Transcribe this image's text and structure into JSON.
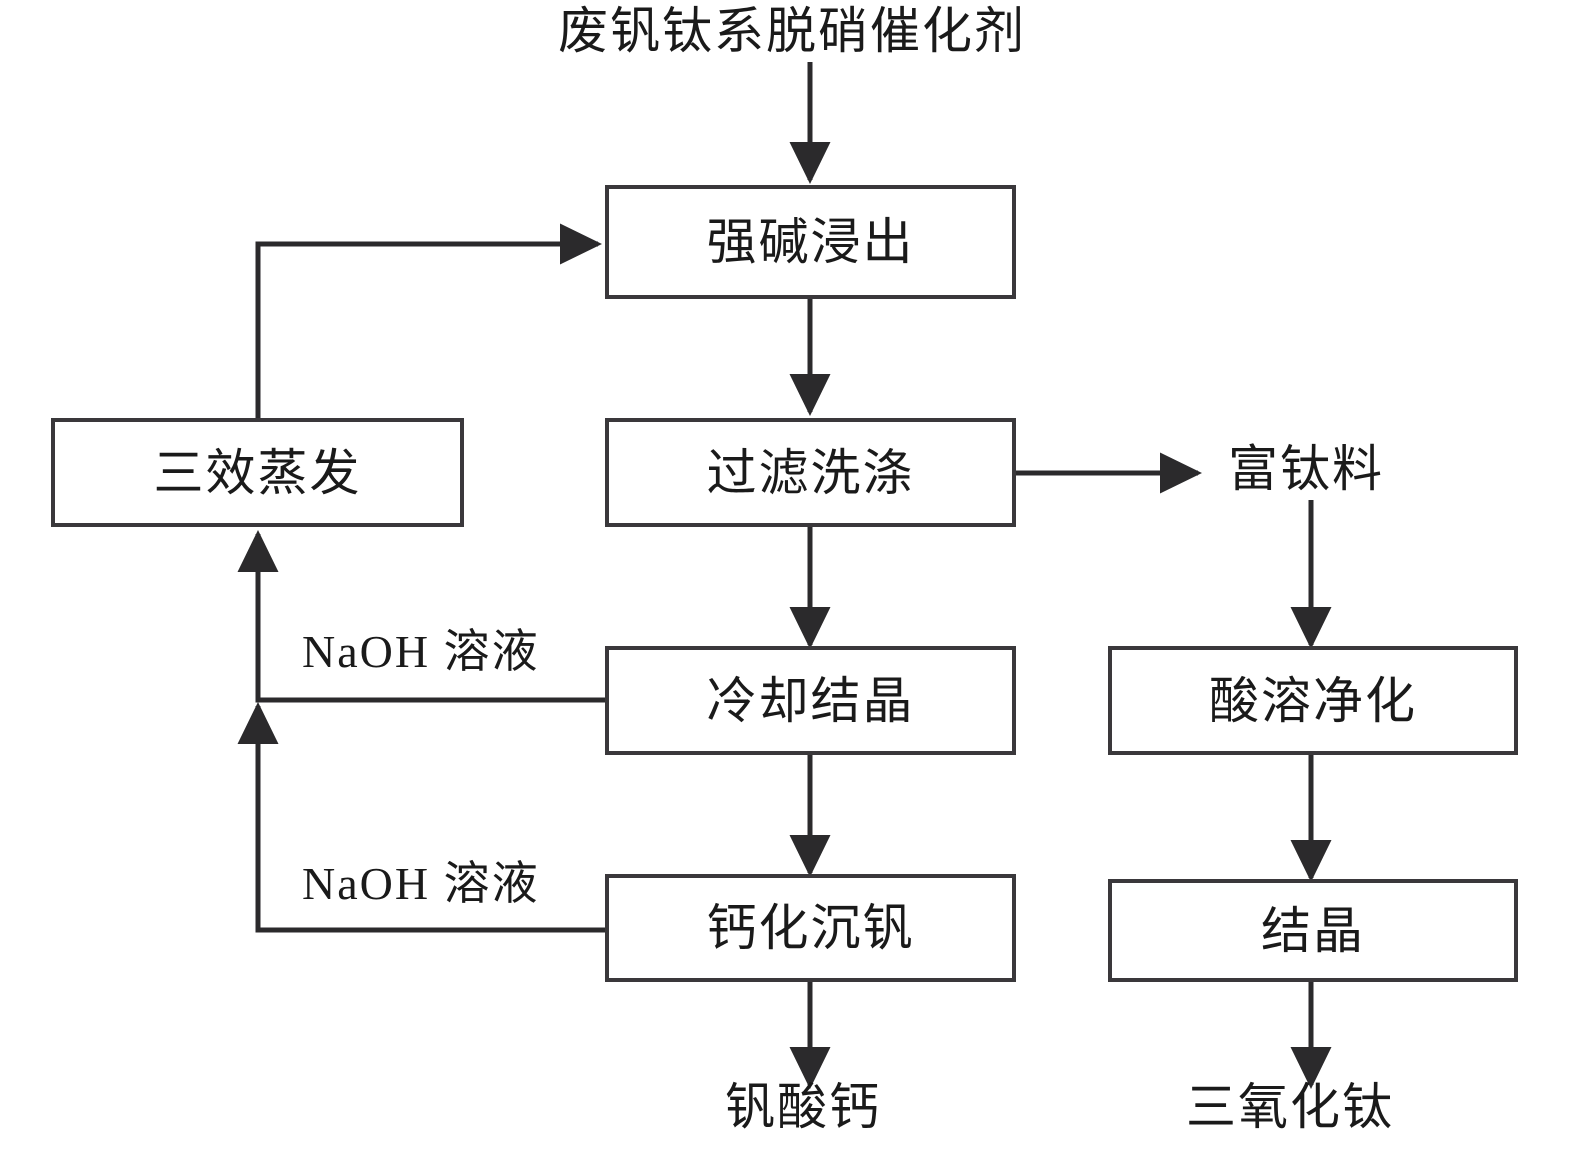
{
  "diagram": {
    "title_text": "废钒钛系脱硝催化剂",
    "type": "process-flow",
    "colors": {
      "stroke": "#3a383b",
      "text": "#1a1a1a",
      "background": "#ffffff"
    },
    "nodes": [
      {
        "id": "alkali_leach",
        "label": "强碱浸出"
      },
      {
        "id": "filter_wash",
        "label": "过滤洗涤"
      },
      {
        "id": "triple_effect",
        "label": "三效蒸发"
      },
      {
        "id": "cool_cryst",
        "label": "冷却结晶"
      },
      {
        "id": "calcify_vanadium",
        "label": "钙化沉钒"
      },
      {
        "id": "acid_purify",
        "label": "酸溶净化"
      },
      {
        "id": "crystallize",
        "label": "结晶"
      }
    ],
    "terminals": [
      {
        "id": "feed",
        "label": "废钒钛系脱硝催化剂"
      },
      {
        "id": "ti_rich",
        "label": "富钛料"
      },
      {
        "id": "calcium_vanadate",
        "label": "钒酸钙"
      },
      {
        "id": "titanium_oxide",
        "label": "三氧化钛"
      }
    ],
    "edge_labels": [
      {
        "id": "naoh_upper",
        "label": "NaOH 溶液"
      },
      {
        "id": "naoh_lower",
        "label": "NaOH 溶液"
      }
    ],
    "edges": [
      {
        "from": "feed",
        "to": "alkali_leach",
        "label": ""
      },
      {
        "from": "alkali_leach",
        "to": "filter_wash",
        "label": ""
      },
      {
        "from": "filter_wash",
        "to": "ti_rich",
        "label": ""
      },
      {
        "from": "filter_wash",
        "to": "cool_cryst",
        "label": ""
      },
      {
        "from": "cool_cryst",
        "to": "calcify_vanadium",
        "label": ""
      },
      {
        "from": "cool_cryst",
        "to": "triple_effect",
        "label": "NaOH 溶液"
      },
      {
        "from": "calcify_vanadium",
        "to": "triple_effect",
        "label": "NaOH 溶液"
      },
      {
        "from": "calcify_vanadium",
        "to": "calcium_vanadate",
        "label": ""
      },
      {
        "from": "triple_effect",
        "to": "alkali_leach",
        "label": ""
      },
      {
        "from": "ti_rich",
        "to": "acid_purify",
        "label": ""
      },
      {
        "from": "acid_purify",
        "to": "crystallize",
        "label": ""
      },
      {
        "from": "crystallize",
        "to": "titanium_oxide",
        "label": ""
      }
    ]
  }
}
